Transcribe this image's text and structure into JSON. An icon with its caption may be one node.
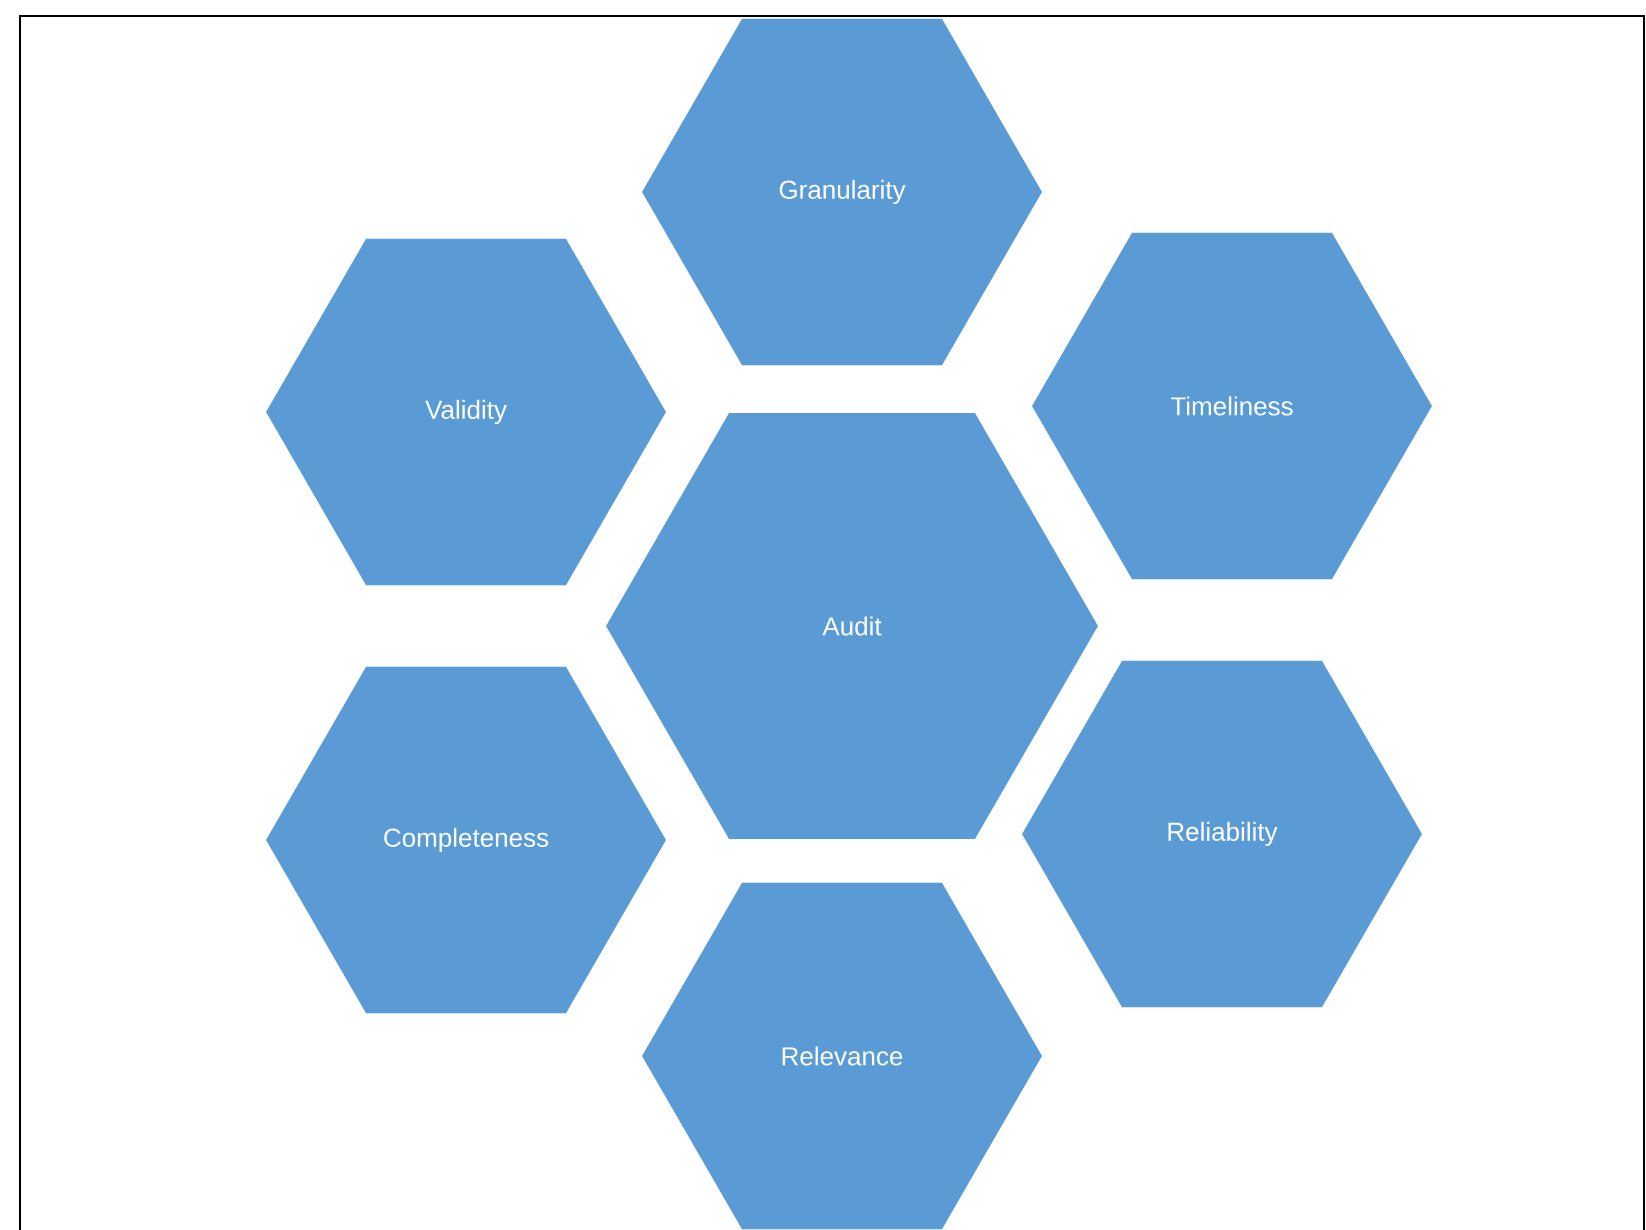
{
  "diagram": {
    "nodes": [
      {
        "text": [
          "Granularity"
        ]
      },
      {
        "text": [
          "Validity"
        ]
      },
      {
        "text": [
          "Timeliness"
        ]
      },
      {
        "text": [
          "Audit"
        ]
      },
      {
        "text": [
          "Completeness"
        ]
      },
      {
        "text": [
          "Reliability"
        ]
      },
      {
        "text": [
          "Relevance"
        ]
      }
    ]
  }
}
